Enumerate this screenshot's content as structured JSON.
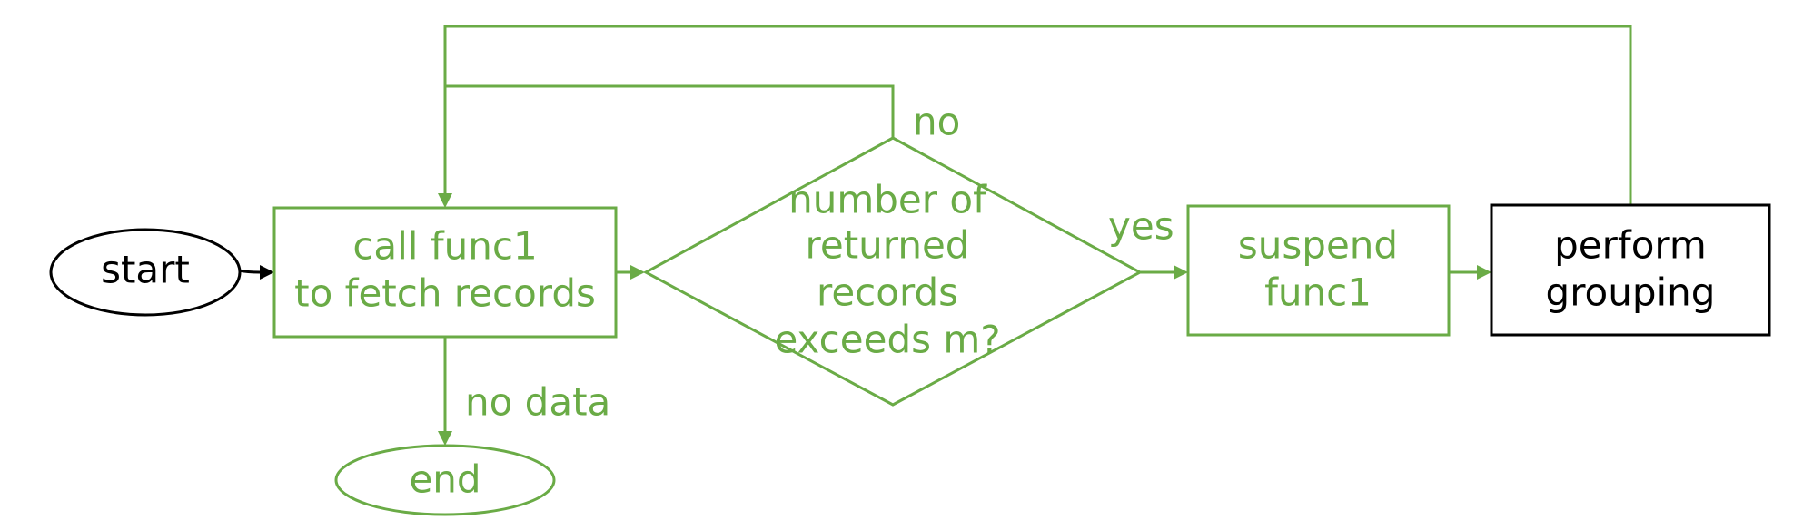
{
  "colors": {
    "accent_green": "#6aab46",
    "black": "#000000"
  },
  "nodes": {
    "start": {
      "label": "start"
    },
    "fetch": {
      "line1": "call func1",
      "line2": "to fetch records"
    },
    "decision": {
      "line1": "number of",
      "line2": "returned",
      "line3": "records",
      "line4": "exceeds m?"
    },
    "suspend": {
      "line1": "suspend",
      "line2": "func1"
    },
    "grouping": {
      "line1": "perform",
      "line2": "grouping"
    },
    "end": {
      "label": "end"
    }
  },
  "edge_labels": {
    "no": "no",
    "yes": "yes",
    "no_data": "no data"
  }
}
